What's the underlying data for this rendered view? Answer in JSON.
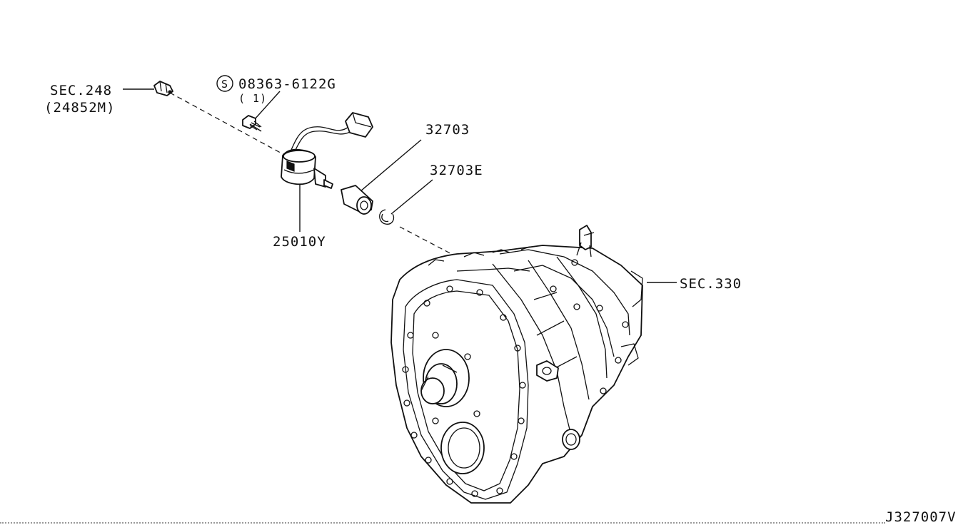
{
  "labels": {
    "sec248": "SEC.248",
    "sec248_part": "(24852M)",
    "bolt_symbol": "S",
    "bolt_part": "08363-6122G",
    "bolt_qty": "( 1)",
    "gear": "32703",
    "clip": "32703E",
    "sensor": "25010Y",
    "sec330": "SEC.330",
    "drawing_id": "J327007V"
  }
}
